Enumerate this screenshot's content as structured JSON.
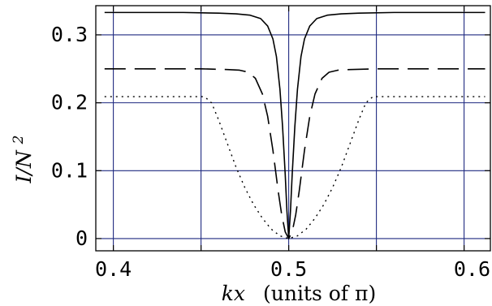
{
  "chart_data": {
    "type": "line",
    "xlabel_var": "kx",
    "xlabel_units": "(units of π)",
    "ylabel_base": "I/N",
    "ylabel_exp": "2",
    "xlim": [
      0.39,
      0.615
    ],
    "ylim": [
      -0.018,
      0.343
    ],
    "x_ticks": [
      0.4,
      0.5,
      0.6
    ],
    "x_tick_labels": [
      "0.4",
      "0.5",
      "0.6"
    ],
    "y_ticks": [
      0,
      0.1,
      0.2,
      0.3
    ],
    "y_tick_labels": [
      "0",
      "0.1",
      "0.2",
      "0.3"
    ],
    "grid": true,
    "grid_color": "#1f2a80",
    "series": [
      {
        "style": "solid",
        "x": [
          0.395,
          0.44,
          0.46,
          0.47,
          0.478,
          0.484,
          0.488,
          0.491,
          0.493,
          0.495,
          0.4965,
          0.498,
          0.499,
          0.5,
          0.501,
          0.502,
          0.5035,
          0.505,
          0.507,
          0.509,
          0.512,
          0.516,
          0.522,
          0.53,
          0.54,
          0.56,
          0.612
        ],
        "y": [
          0.333,
          0.333,
          0.332,
          0.331,
          0.329,
          0.324,
          0.313,
          0.294,
          0.268,
          0.22,
          0.165,
          0.095,
          0.04,
          0.0,
          0.04,
          0.095,
          0.165,
          0.22,
          0.268,
          0.294,
          0.313,
          0.324,
          0.329,
          0.331,
          0.332,
          0.333,
          0.333
        ]
      },
      {
        "style": "dashed",
        "x": [
          0.395,
          0.45,
          0.465,
          0.472,
          0.477,
          0.481,
          0.485,
          0.488,
          0.491,
          0.494,
          0.496,
          0.498,
          0.5,
          0.502,
          0.504,
          0.506,
          0.509,
          0.512,
          0.515,
          0.519,
          0.523,
          0.528,
          0.535,
          0.55,
          0.612
        ],
        "y": [
          0.25,
          0.25,
          0.249,
          0.248,
          0.245,
          0.236,
          0.213,
          0.18,
          0.13,
          0.07,
          0.035,
          0.01,
          0.0,
          0.01,
          0.035,
          0.07,
          0.13,
          0.18,
          0.213,
          0.236,
          0.245,
          0.248,
          0.249,
          0.25,
          0.25
        ]
      },
      {
        "style": "dotted",
        "x": [
          0.395,
          0.44,
          0.452,
          0.456,
          0.46,
          0.465,
          0.47,
          0.475,
          0.48,
          0.485,
          0.49,
          0.495,
          0.5,
          0.505,
          0.51,
          0.515,
          0.52,
          0.525,
          0.53,
          0.535,
          0.54,
          0.544,
          0.548,
          0.56,
          0.612
        ],
        "y": [
          0.209,
          0.209,
          0.209,
          0.2,
          0.175,
          0.14,
          0.105,
          0.075,
          0.05,
          0.03,
          0.014,
          0.004,
          0.0,
          0.004,
          0.014,
          0.03,
          0.05,
          0.075,
          0.105,
          0.14,
          0.175,
          0.2,
          0.209,
          0.209,
          0.209
        ]
      }
    ]
  }
}
